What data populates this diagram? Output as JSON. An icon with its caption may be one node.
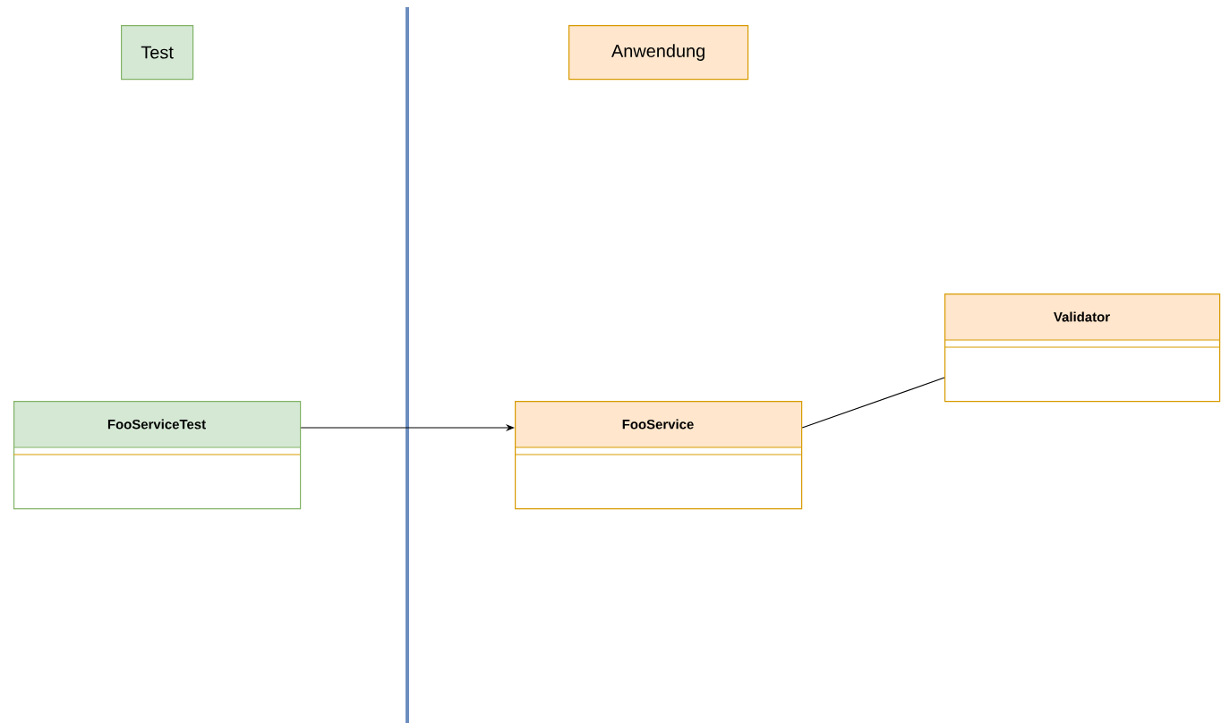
{
  "diagram": {
    "nodes": [
      {
        "text": [
          "Test"
        ]
      },
      {
        "text": [
          "Anwendung"
        ]
      },
      {
        "text": [
          "FooServiceTest"
        ]
      },
      {
        "text": [
          "FooService"
        ]
      },
      {
        "text": [
          "Validator"
        ]
      }
    ],
    "edges": [
      {
        "from": 2,
        "to": 3,
        "arrow": "to"
      },
      {
        "from": 3,
        "to": 4,
        "arrow": "none"
      }
    ]
  }
}
